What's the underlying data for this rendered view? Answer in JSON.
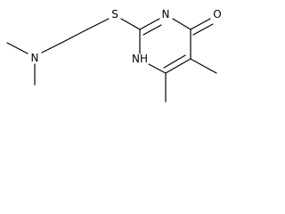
{
  "molecule": {
    "atoms": {
      "sulfur": "S",
      "ring_n_top": "N",
      "oxygen": "O",
      "ring_nh": "NH",
      "amine_n": "N"
    }
  }
}
